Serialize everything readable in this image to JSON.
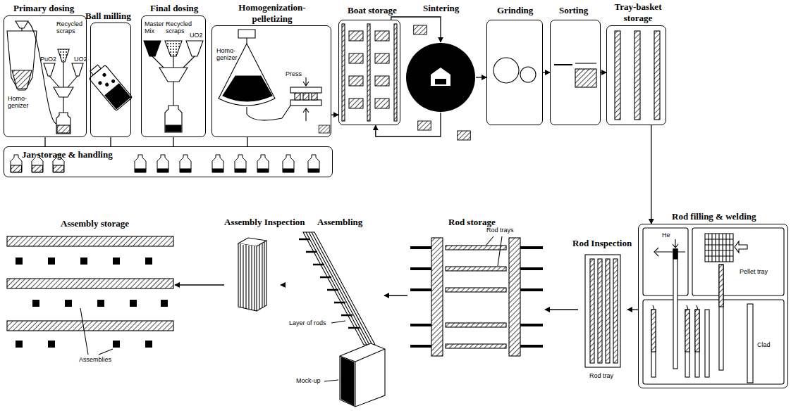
{
  "diagram": {
    "nodes": [
      {
        "text": [
          "Primary dosing",
          "Recycled scraps",
          "PuO2",
          "UO2",
          "Homo-genizer"
        ]
      },
      {
        "text": [
          "Ball milling"
        ]
      },
      {
        "text": [
          "Final dosing",
          "Master Mix",
          "Recycled scraps",
          "UO2"
        ]
      },
      {
        "text": [
          "Homogenization-pelletizing",
          "Homo-genizer",
          "Press"
        ]
      },
      {
        "text": [
          "Jar storage & handling"
        ]
      },
      {
        "text": [
          "Boat storage"
        ]
      },
      {
        "text": [
          "Sintering"
        ]
      },
      {
        "text": [
          "Grinding"
        ]
      },
      {
        "text": [
          "Sorting"
        ]
      },
      {
        "text": [
          "Tray-basket storage"
        ]
      },
      {
        "text": [
          "Rod filling & welding",
          "He",
          "Pellet tray",
          "Clad"
        ]
      },
      {
        "text": [
          "Rod Inspection",
          "Rod tray"
        ]
      },
      {
        "text": [
          "Rod storage",
          "Rod trays"
        ]
      },
      {
        "text": [
          "Assembling",
          "Layer of rods",
          "Mock-up"
        ]
      },
      {
        "text": [
          "Assembly Inspection"
        ]
      },
      {
        "text": [
          "Assembly storage",
          "Assemblies"
        ]
      }
    ],
    "edges": [
      {
        "from": 0,
        "to": 4,
        "arrow": "none"
      },
      {
        "from": 1,
        "to": 4,
        "arrow": "none"
      },
      {
        "from": 2,
        "to": 4,
        "arrow": "none"
      },
      {
        "from": 3,
        "to": 4,
        "arrow": "none"
      },
      {
        "from": 3,
        "to": 5,
        "arrow": "to"
      },
      {
        "from": 5,
        "to": 6,
        "arrow": "to"
      },
      {
        "from": 6,
        "to": 5,
        "arrow": "to"
      },
      {
        "from": 6,
        "to": 7,
        "arrow": "to"
      },
      {
        "from": 7,
        "to": 8,
        "arrow": "to"
      },
      {
        "from": 8,
        "to": 9,
        "arrow": "to"
      },
      {
        "from": 9,
        "to": 10,
        "arrow": "to"
      },
      {
        "from": 10,
        "to": 11,
        "arrow": "to"
      },
      {
        "from": 11,
        "to": 12,
        "arrow": "to"
      },
      {
        "from": 12,
        "to": 13,
        "arrow": "to"
      },
      {
        "from": 13,
        "to": 14,
        "arrow": "to"
      },
      {
        "from": 14,
        "to": 15,
        "arrow": "to"
      }
    ]
  }
}
